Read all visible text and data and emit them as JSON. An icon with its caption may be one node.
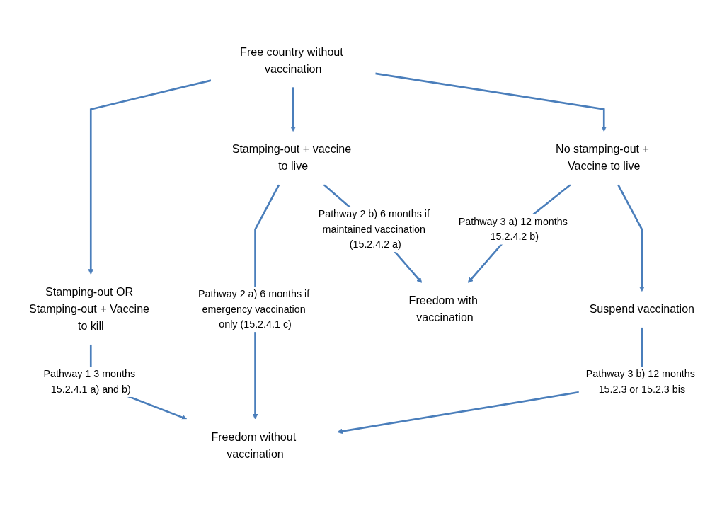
{
  "diagram": {
    "nodes": [
      {
        "text": [
          "Free country without vaccination"
        ]
      },
      {
        "text": [
          "Stamping-out OR Stamping-out + Vaccine to kill"
        ]
      },
      {
        "text": [
          "Stamping-out + vaccine to live"
        ]
      },
      {
        "text": [
          "No stamping-out + Vaccine to live"
        ]
      },
      {
        "text": [
          "Freedom without vaccination"
        ]
      },
      {
        "text": [
          "Freedom with vaccination"
        ]
      },
      {
        "text": [
          "Suspend vaccination"
        ]
      }
    ],
    "edges": [
      {
        "from": 0,
        "to": 1,
        "arrow": "to"
      },
      {
        "from": 0,
        "to": 2,
        "arrow": "to"
      },
      {
        "from": 0,
        "to": 3,
        "arrow": "to"
      },
      {
        "from": 1,
        "to": 4,
        "arrow": "to",
        "label": "Pathway 1 3 months 15.2.4.1 a) and b)"
      },
      {
        "from": 2,
        "to": 4,
        "arrow": "to",
        "label": "Pathway 2 a) 6 months if emergency vaccination only (15.2.4.1 c)"
      },
      {
        "from": 2,
        "to": 5,
        "arrow": "to",
        "label": "Pathway 2 b) 6 months if maintained vaccination (15.2.4.2 a)"
      },
      {
        "from": 3,
        "to": 5,
        "arrow": "to",
        "label": "Pathway 3 a) 12 months 15.2.4.2 b)"
      },
      {
        "from": 3,
        "to": 6,
        "arrow": "to"
      },
      {
        "from": 6,
        "to": 4,
        "arrow": "to",
        "label": "Pathway 3 b) 12 months 15.2.3 or 15.2.3 bis"
      }
    ]
  }
}
